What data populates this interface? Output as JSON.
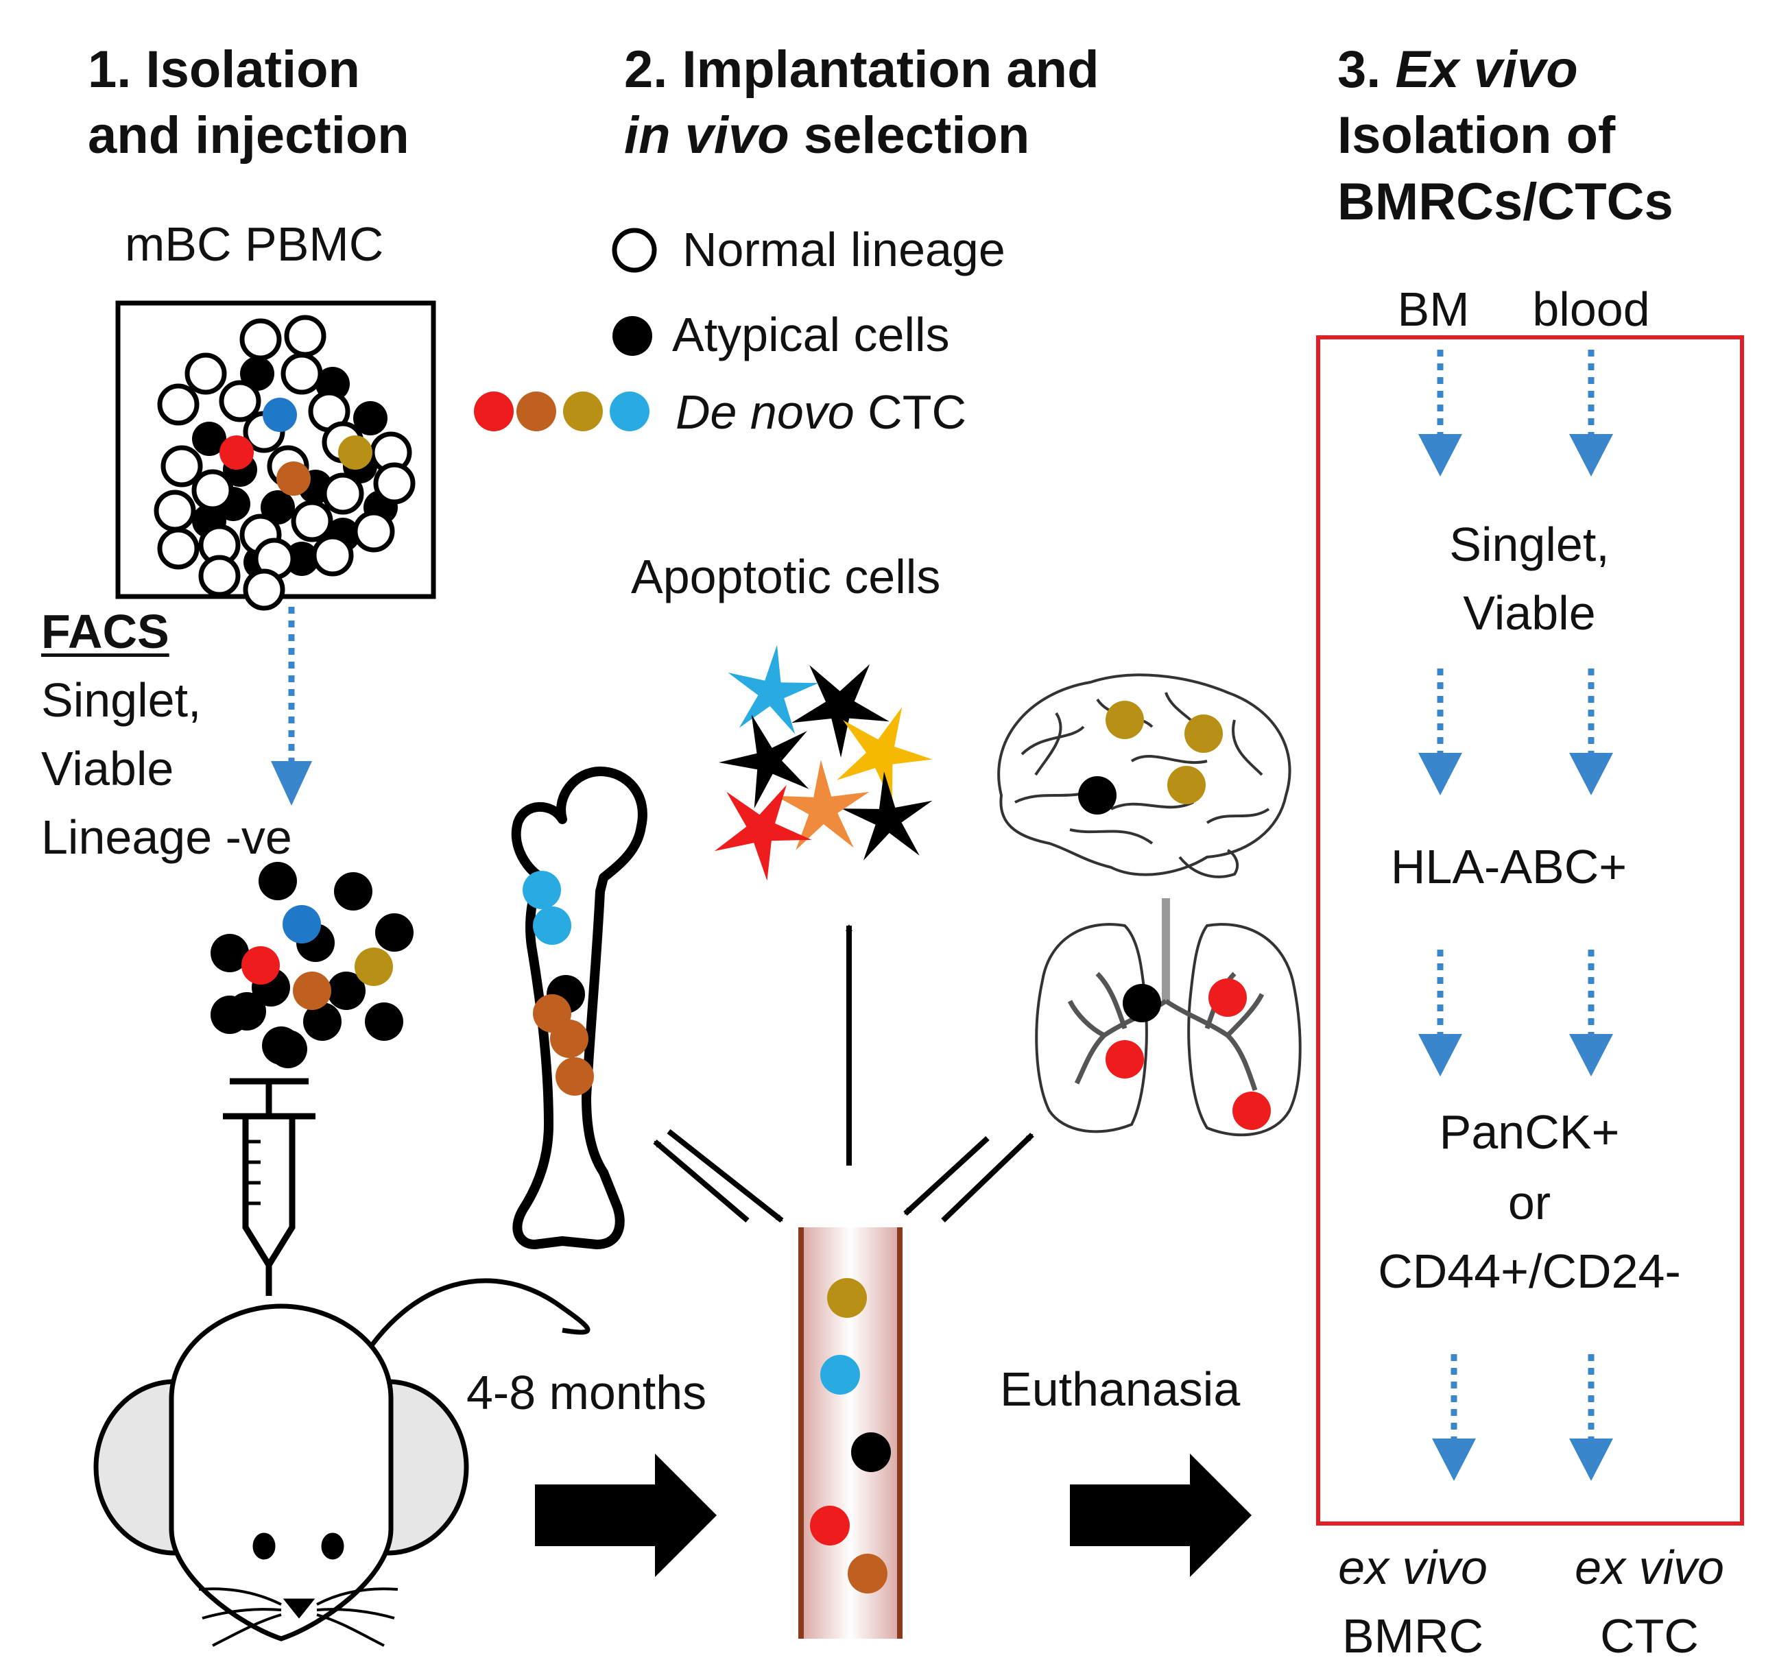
{
  "steps": {
    "step1": {
      "line1": "1. Isolation",
      "line2": "and injection"
    },
    "step2": {
      "line1": "2. Implantation  and",
      "line2_italic": "in vivo",
      "line2_rest": " selection"
    },
    "step3": {
      "prefix": "3. ",
      "italic": "Ex vivo",
      "line2": "Isolation  of",
      "line3": "BMRCs/CTCs"
    }
  },
  "panel1": {
    "sample_label": "mBC  PBMC",
    "facs": {
      "title": "FACS",
      "lines": [
        "Singlet,",
        "Viable",
        "Lineage  -ve"
      ]
    }
  },
  "legend": {
    "normal": "Normal  lineage",
    "atypical": "Atypical cells",
    "de_novo_italic": "De novo",
    "de_novo_rest": " CTC"
  },
  "apoptotic_label": "Apoptotic  cells",
  "time_label": "4-8 months",
  "euthanasia_label": "Euthanasia",
  "panel3": {
    "sources": [
      "BM",
      "blood"
    ],
    "gates": [
      [
        "Singlet,",
        "Viable"
      ],
      [
        "HLA-ABC+"
      ],
      [
        "PanCK+",
        "or",
        "CD44+/CD24-"
      ]
    ],
    "outputs": [
      {
        "italic": "ex vivo",
        "label": "BMRC"
      },
      {
        "italic": "ex vivo",
        "label": "CTC"
      }
    ]
  },
  "colors": {
    "red": "#ee1c1c",
    "orange_brown": "#c06020",
    "gold": "#b89015",
    "sky_blue": "#29abe2",
    "steel_blue": "#1f78c8",
    "flow_arrow": "#3a86cc",
    "outline_box": "#e21f26",
    "star_yellow": "#f6b800",
    "star_orange": "#f08a3c"
  }
}
